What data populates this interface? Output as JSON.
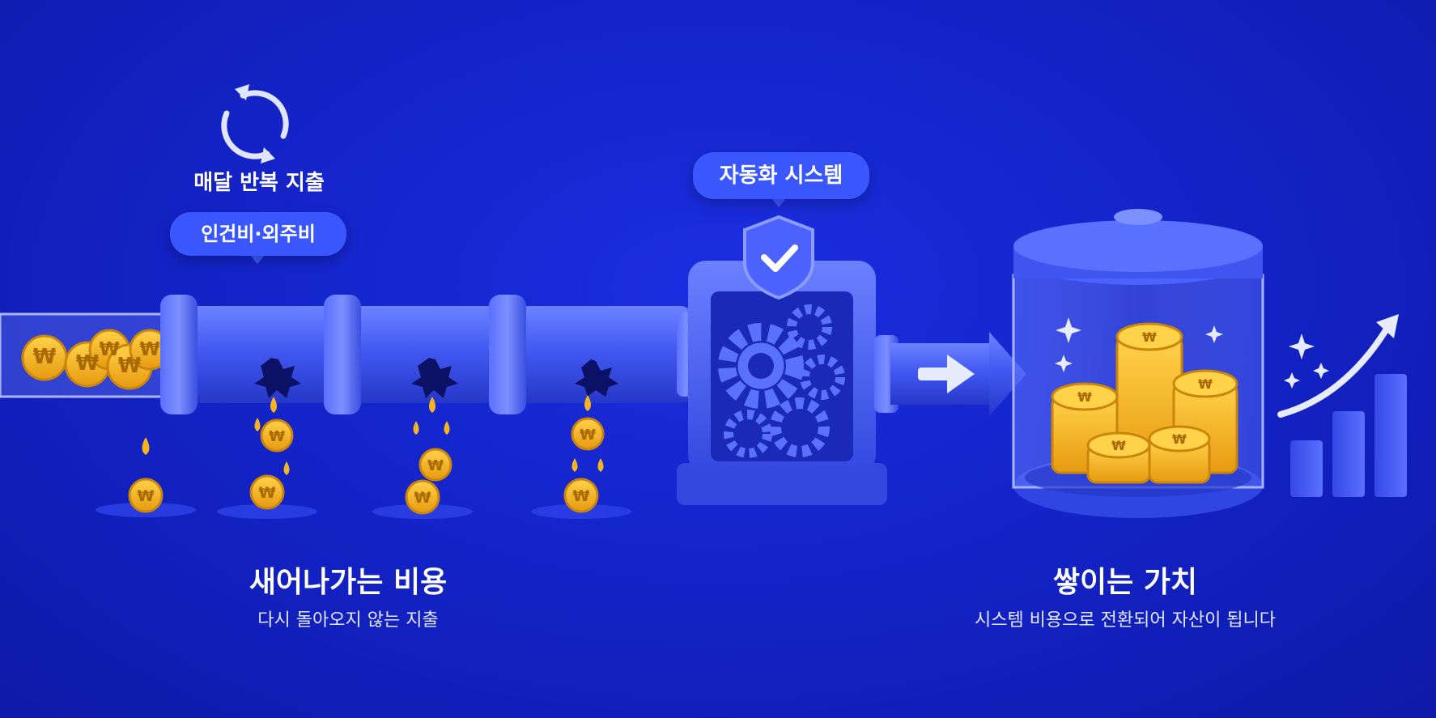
{
  "recurring": {
    "label": "매달 반복 지출",
    "icon": "refresh-cycle-icon"
  },
  "cost_tag": {
    "label": "인건비·외주비"
  },
  "automation": {
    "label": "자동화 시스템",
    "icon": "shield-check-icon"
  },
  "left_section": {
    "title": "새어나가는 비용",
    "subtitle": "다시 돌아오지 않는 지출"
  },
  "right_section": {
    "title": "쌓이는 가치",
    "subtitle": "시스템 비용으로 전환되어 자산이 됩니다"
  },
  "coin_symbol": "₩",
  "colors": {
    "background": "#1322c4",
    "pipe": "#3f55f0",
    "pipe_dark": "#2a3bd0",
    "coin": "#f5b520",
    "coin_dark": "#d48f0c",
    "pill": "#3a57ff"
  }
}
